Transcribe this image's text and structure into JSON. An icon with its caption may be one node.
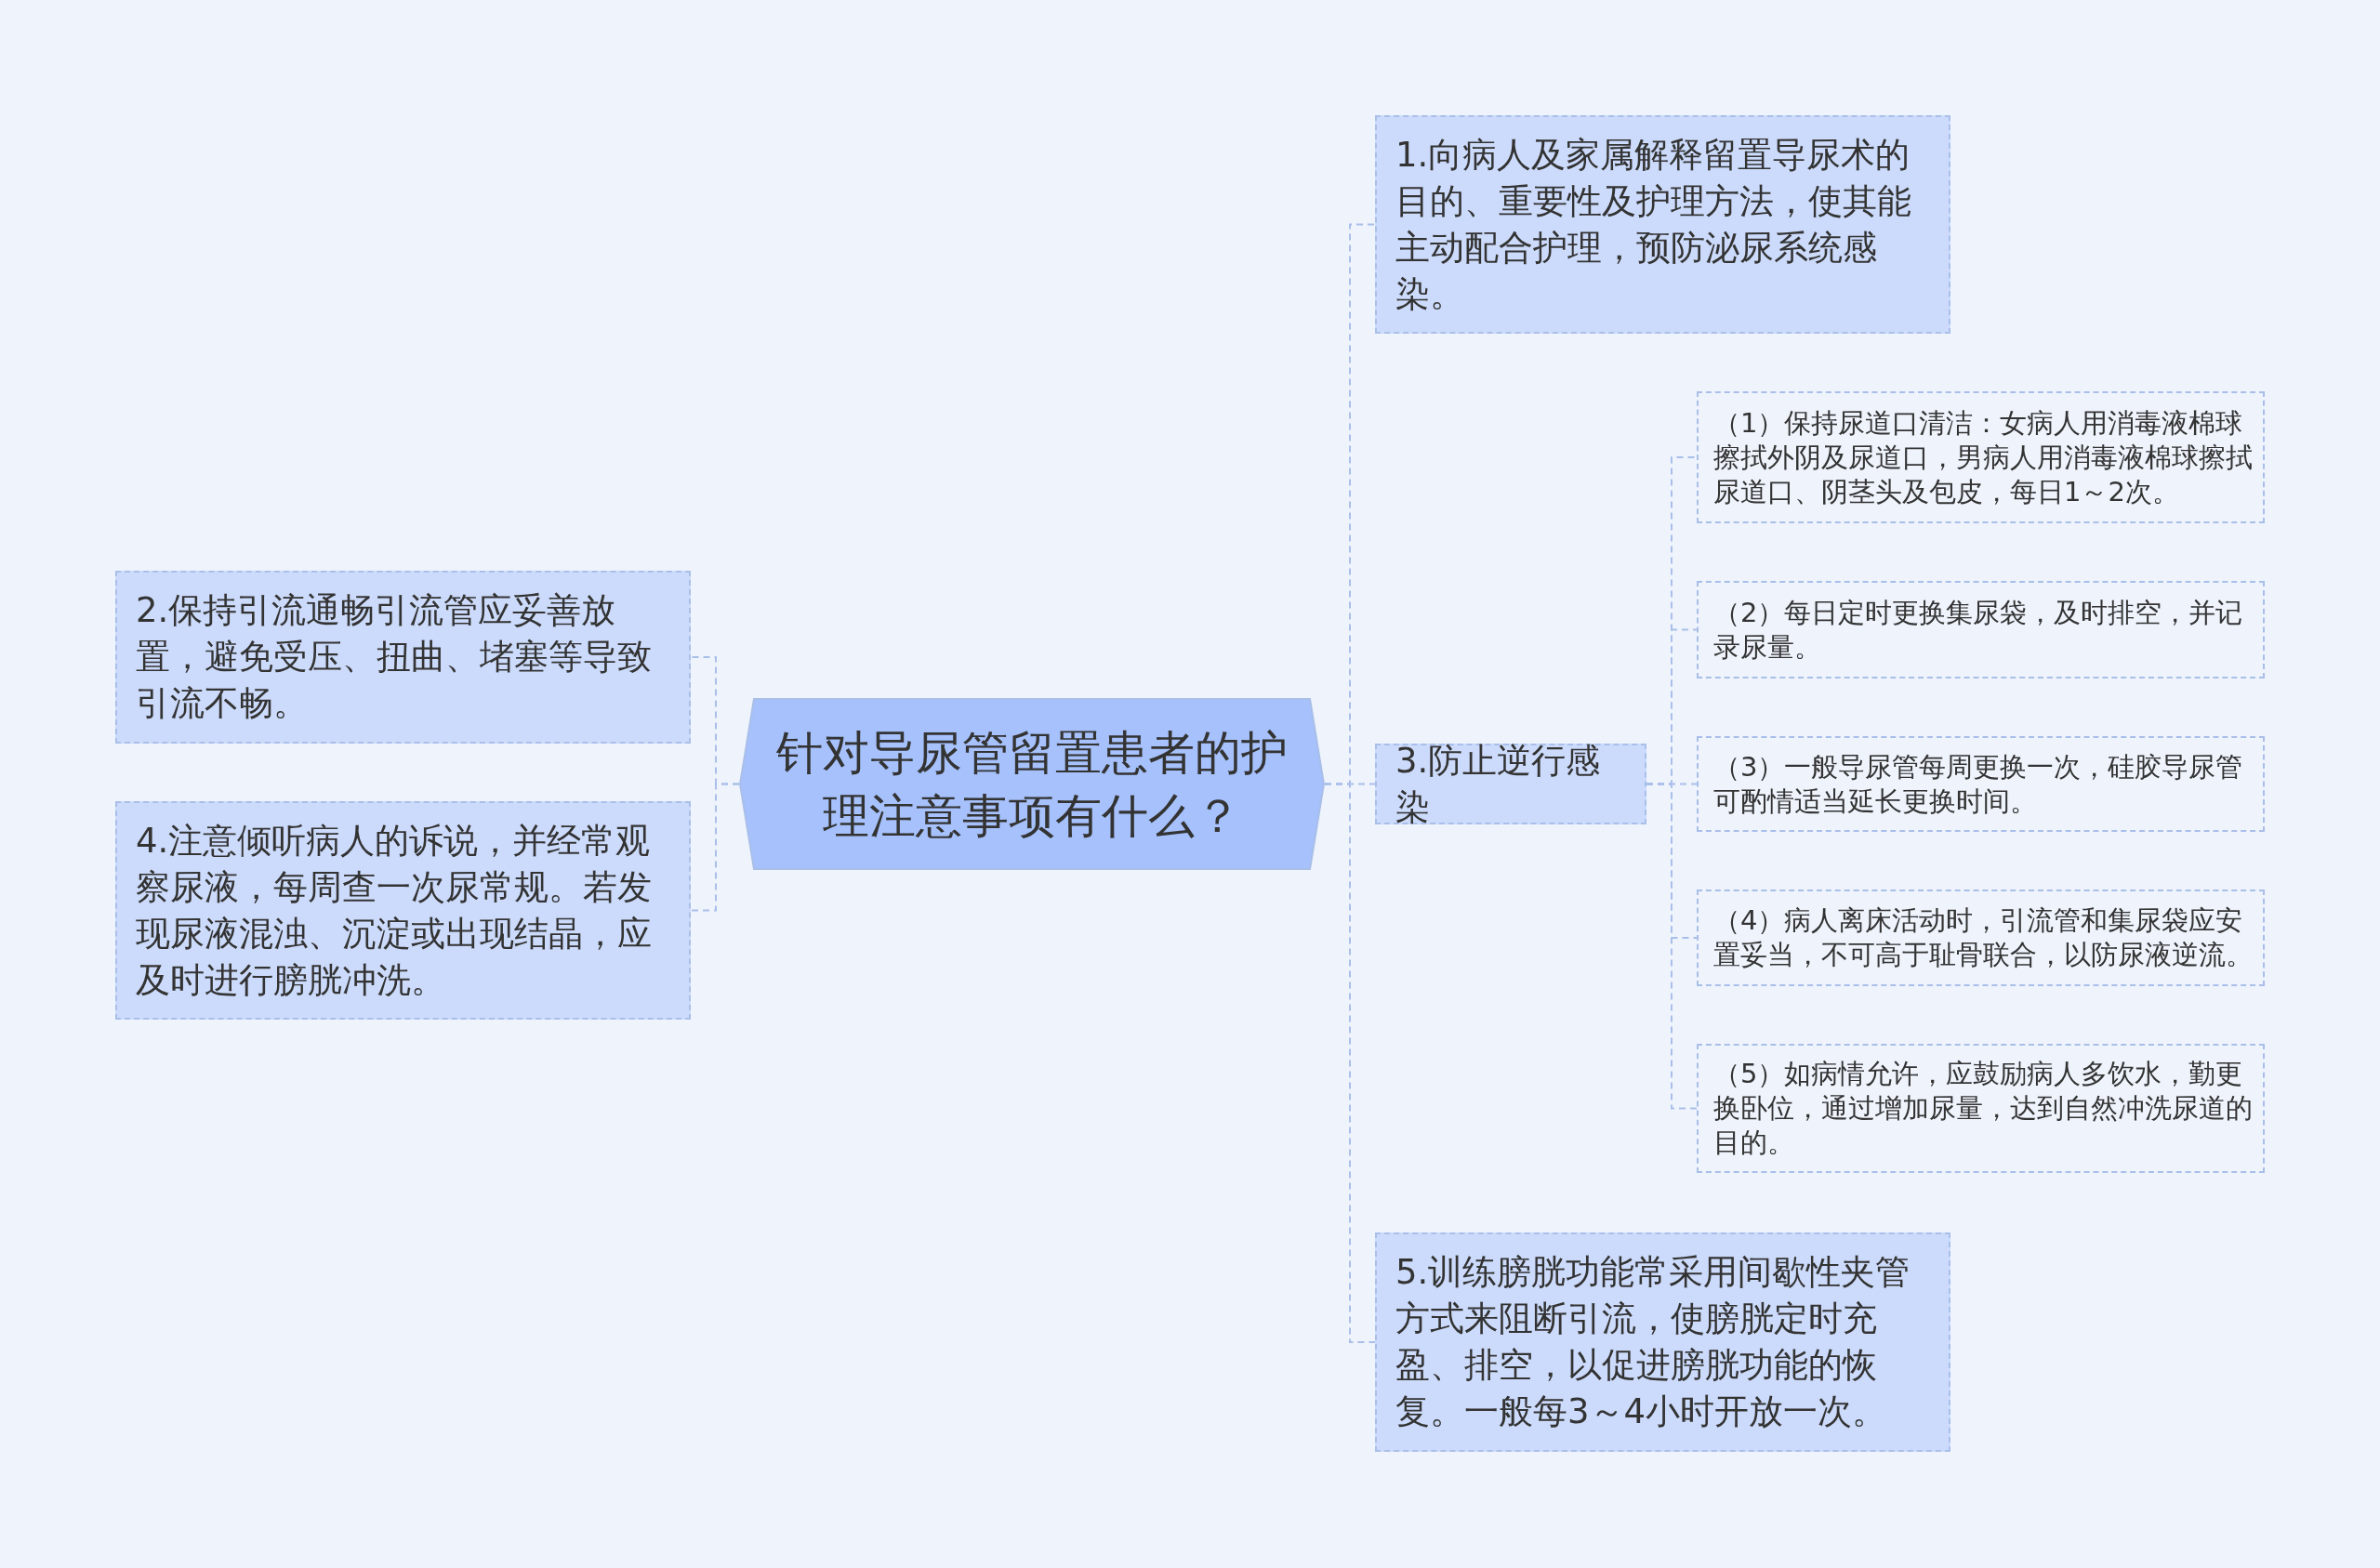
{
  "diagram": {
    "nodes": [
      {
        "text": [
          "针对导尿管留置患者的护理注意事项有什么？"
        ]
      },
      {
        "text": [
          "1.向病人及家属解释留置导尿术的目的、重要性及护理方法，使其能主动配合护理，预防泌尿系统感染。"
        ]
      },
      {
        "text": [
          "2.保持引流通畅引流管应妥善放置，避免受压、扭曲、堵塞等导致引流不畅。"
        ]
      },
      {
        "text": [
          "3.防止逆行感染"
        ]
      },
      {
        "text": [
          "（1）保持尿道口清洁：女病人用消毒液棉球擦拭外阴及尿道口，男病人用消毒液棉球擦拭尿道口、阴茎头及包皮，每日1～2次。"
        ]
      },
      {
        "text": [
          "（2）每日定时更换集尿袋，及时排空，并记录尿量。"
        ]
      },
      {
        "text": [
          "（3）一般导尿管每周更换一次，硅胶导尿管可酌情适当延长更换时间。"
        ]
      },
      {
        "text": [
          "（4）病人离床活动时，引流管和集尿袋应安置妥当，不可高于耻骨联合，以防尿液逆流。"
        ]
      },
      {
        "text": [
          "（5）如病情允许，应鼓励病人多饮水，勤更换卧位，通过增加尿量，达到自然冲洗尿道的目的。"
        ]
      },
      {
        "text": [
          "4.注意倾听病人的诉说，并经常观察尿液，每周查一次尿常规。若发现尿液混浊、沉淀或出现结晶，应及时进行膀胱冲洗。"
        ]
      },
      {
        "text": [
          "5.训练膀胱功能常采用间歇性夹管方式来阻断引流，使膀胱定时充盈、排空，以促进膀胱功能的恢复。一般每3～4小时开放一次。"
        ]
      }
    ],
    "edges": [
      {
        "from": 0,
        "to": 1,
        "arrow": "none"
      },
      {
        "from": 0,
        "to": 2,
        "arrow": "none"
      },
      {
        "from": 0,
        "to": 3,
        "arrow": "none"
      },
      {
        "from": 3,
        "to": 4,
        "arrow": "none"
      },
      {
        "from": 3,
        "to": 5,
        "arrow": "none"
      },
      {
        "from": 3,
        "to": 6,
        "arrow": "none"
      },
      {
        "from": 3,
        "to": 7,
        "arrow": "none"
      },
      {
        "from": 3,
        "to": 8,
        "arrow": "none"
      },
      {
        "from": 0,
        "to": 9,
        "arrow": "none"
      },
      {
        "from": 0,
        "to": 10,
        "arrow": "none"
      }
    ]
  }
}
